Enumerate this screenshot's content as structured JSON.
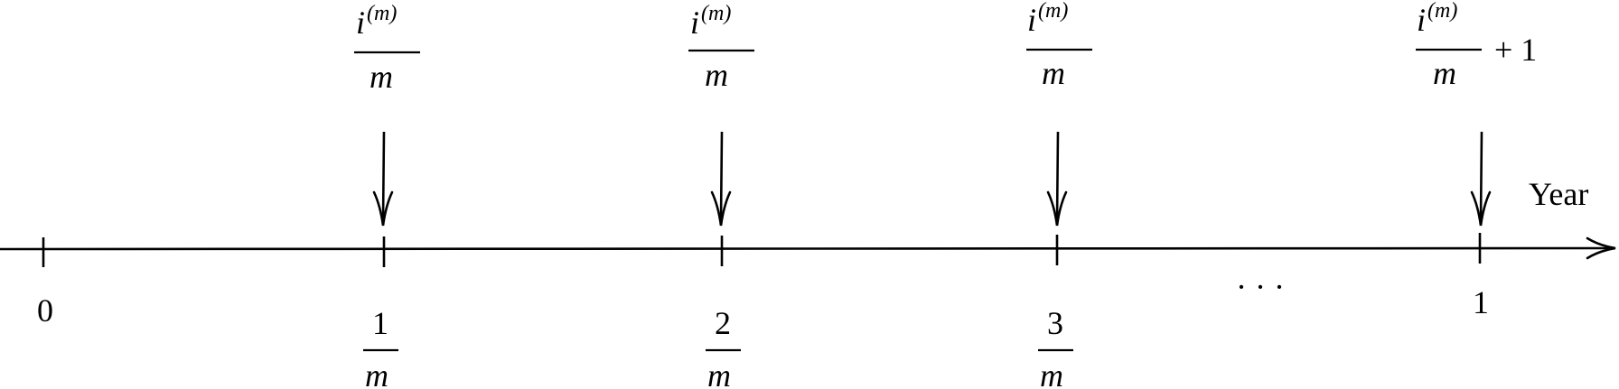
{
  "axis": {
    "label": "Year",
    "ellipsis": "· · ·"
  },
  "ticks": [
    {
      "label_num": "0",
      "label_den": ""
    },
    {
      "label_num": "1",
      "label_den": "m"
    },
    {
      "label_num": "2",
      "label_den": "m"
    },
    {
      "label_num": "3",
      "label_den": "m"
    },
    {
      "label_num": "1",
      "label_den": ""
    }
  ],
  "payments": [
    {
      "numerator_base": "i",
      "numerator_sup": "(m)",
      "denominator": "m",
      "suffix": ""
    },
    {
      "numerator_base": "i",
      "numerator_sup": "(m)",
      "denominator": "m",
      "suffix": ""
    },
    {
      "numerator_base": "i",
      "numerator_sup": "(m)",
      "denominator": "m",
      "suffix": ""
    },
    {
      "numerator_base": "i",
      "numerator_sup": "(m)",
      "denominator": "m",
      "suffix": "+ 1"
    }
  ],
  "colors": {
    "ink": "#000000",
    "background": "#ffffff"
  }
}
